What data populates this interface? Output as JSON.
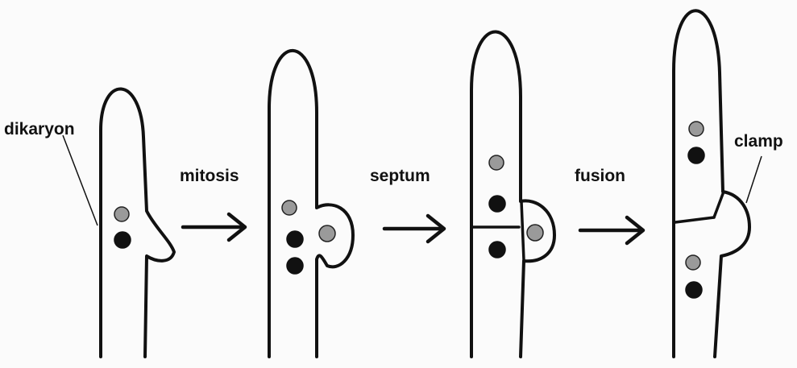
{
  "labels": {
    "dikaryon": "dikaryon",
    "mitosis": "mitosis",
    "septum": "septum",
    "fusion": "fusion",
    "clamp": "clamp"
  },
  "colors": {
    "outline": "#111111",
    "nucleus_dark": "#111111",
    "nucleus_light": "#9a9a9a",
    "background": "#fbfbfb"
  }
}
